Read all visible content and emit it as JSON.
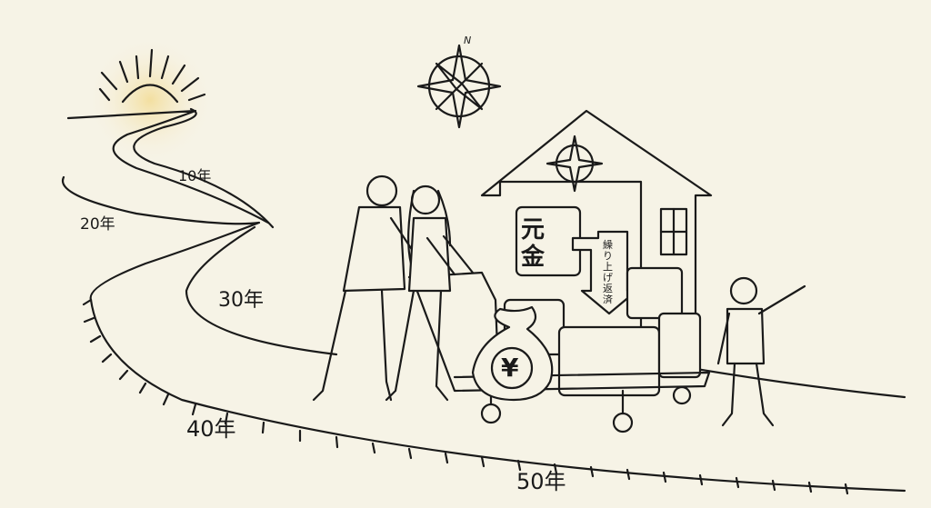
{
  "road_markers": [
    "10年",
    "20年",
    "30年",
    "40年",
    "50年"
  ],
  "boxes": {
    "principal": "元金",
    "prepayment_arrow": "繰り上げ返済"
  },
  "money_bag_symbol": "¥",
  "compass_north": "N",
  "colors": {
    "background": "#f6f3e6",
    "line": "#1a1a1a",
    "sun_glow": "#f3dfa0"
  }
}
